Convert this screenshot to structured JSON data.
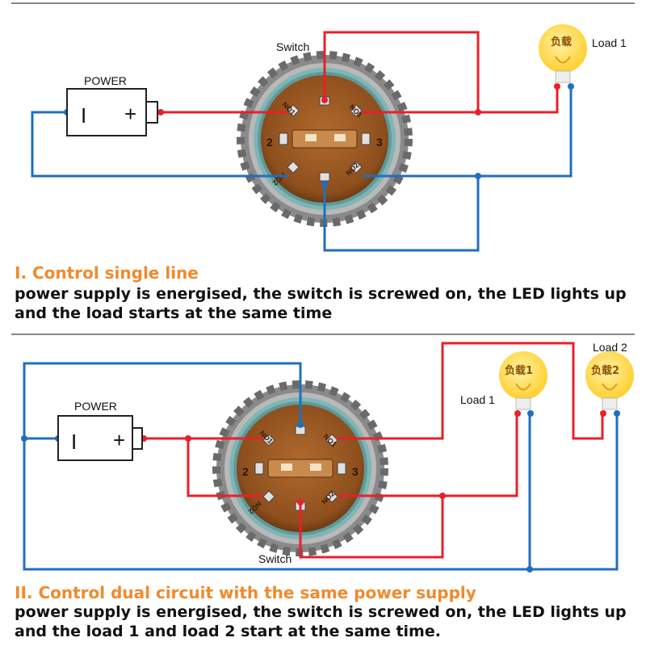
{
  "labels": {
    "power": "POWER",
    "switch": "Switch",
    "load1": "Load 1",
    "load2": "Load 2",
    "bulb1": "负载",
    "bulb2a": "负载1",
    "bulb2b": "负载2",
    "minus": "I",
    "plus": "+",
    "pin_no1": "NO1",
    "pin_no2": "NO2",
    "pin_2": "2",
    "pin_3": "3"
  },
  "section1": {
    "title": "I. Control single line",
    "desc": "power supply is energised, the switch is screwed on, the LED lights up and the load starts at the same time"
  },
  "section2": {
    "title": "II. Control dual circuit with the same power supply",
    "desc": "power supply is energised, the switch is screwed on, the LED lights up and the load 1 and load 2 start at the same time."
  },
  "colors": {
    "red_wire": "#e8202a",
    "blue_wire": "#1f6fc0",
    "title_orange": "#f08a2c",
    "switch_body": "#9b5a24",
    "bulb_yellow": "#ffd84a"
  }
}
